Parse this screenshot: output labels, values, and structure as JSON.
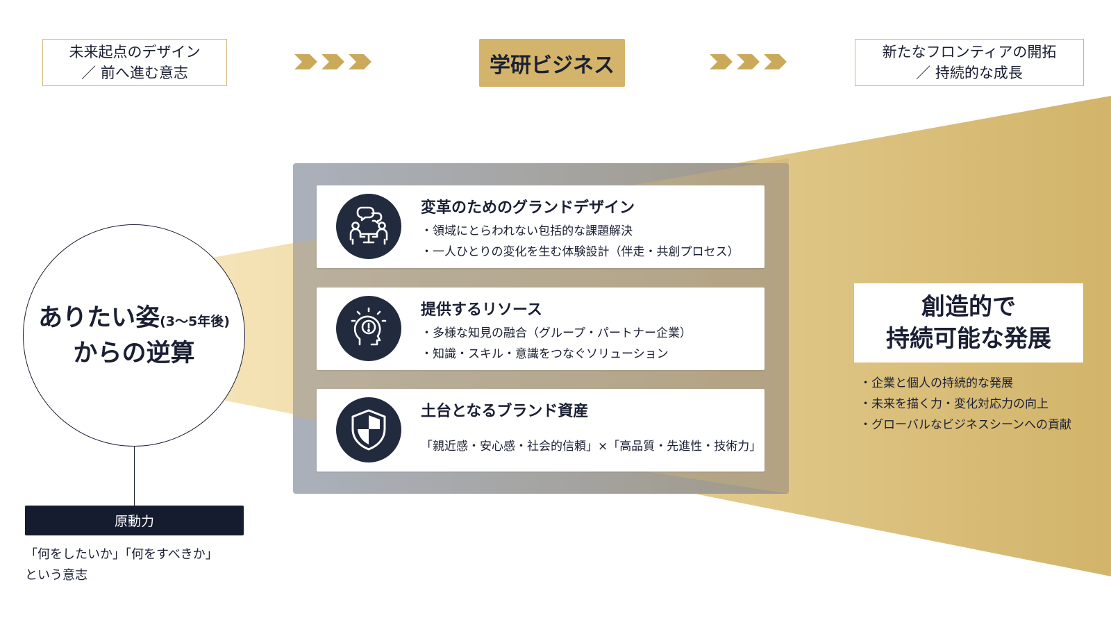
{
  "top_flow": {
    "left_box": {
      "line1": "未来起点のデザイン",
      "line2": "／ 前へ進む意志"
    },
    "center_box": "学研ビジネス",
    "right_box": {
      "line1": "新たなフロンティアの開拓",
      "line2": "／ 持続的な成長"
    }
  },
  "vision": {
    "line1_main": "ありたい姿",
    "line1_small": "(3〜5年後)",
    "line2": "からの逆算",
    "driver_label": "原動力",
    "driver_text_line1": "「何をしたいか」「何をすべきか」",
    "driver_text_line2": "という意志"
  },
  "cards": [
    {
      "icon": "meeting-icon",
      "title": "変革のためのグランドデザイン",
      "bullets": [
        "・領域にとらわれない包括的な課題解決",
        "・一人ひとりの変化を生む体験設計（伴走・共創プロセス）"
      ]
    },
    {
      "icon": "idea-head-icon",
      "title": "提供するリソース",
      "bullets": [
        "・多様な知見の融合（グループ・パートナー企業）",
        "・知識・スキル・意識をつなぐソリューション"
      ]
    },
    {
      "icon": "shield-icon",
      "title": "土台となるブランド資産",
      "bullets": [
        "「親近感・安心感・社会的信頼」×「高品質・先進性・技術力」"
      ]
    }
  ],
  "result": {
    "line1": "創造的で",
    "line2": "持続可能な発展",
    "bullets": [
      "・企業と個人の持続的な発展",
      "・未来を描く力・変化対応力の向上",
      "・グローバルなビジネスシーンへの貢献"
    ]
  },
  "colors": {
    "gold": "#d3b46a",
    "navy": "#1a1f33",
    "panel_gray": "#a7acb6"
  }
}
